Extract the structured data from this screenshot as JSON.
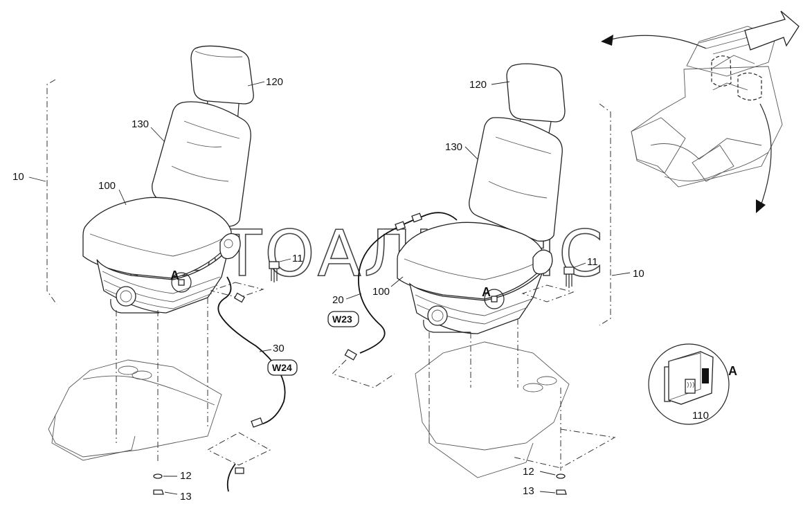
{
  "watermark": "АВТОАЛЬЯНС",
  "detail_marker": "A",
  "detail": {
    "marker": "A",
    "part_number": "110"
  },
  "left_assembly": {
    "callouts": {
      "group": "10",
      "headrest": "120",
      "backrest": "130",
      "seat": "100",
      "bolt": "11",
      "cable": "30",
      "washer": "12",
      "nut": "13"
    },
    "cable_badge": "W24",
    "view_marker": "A"
  },
  "right_assembly": {
    "callouts": {
      "group": "10",
      "headrest": "120",
      "backrest": "130",
      "seat": "100",
      "bolt": "11",
      "cable": "20",
      "washer": "12",
      "nut": "13"
    },
    "cable_badge": "W23",
    "view_marker": "A"
  },
  "colors": {
    "line": "#222222",
    "background": "#ffffff"
  }
}
